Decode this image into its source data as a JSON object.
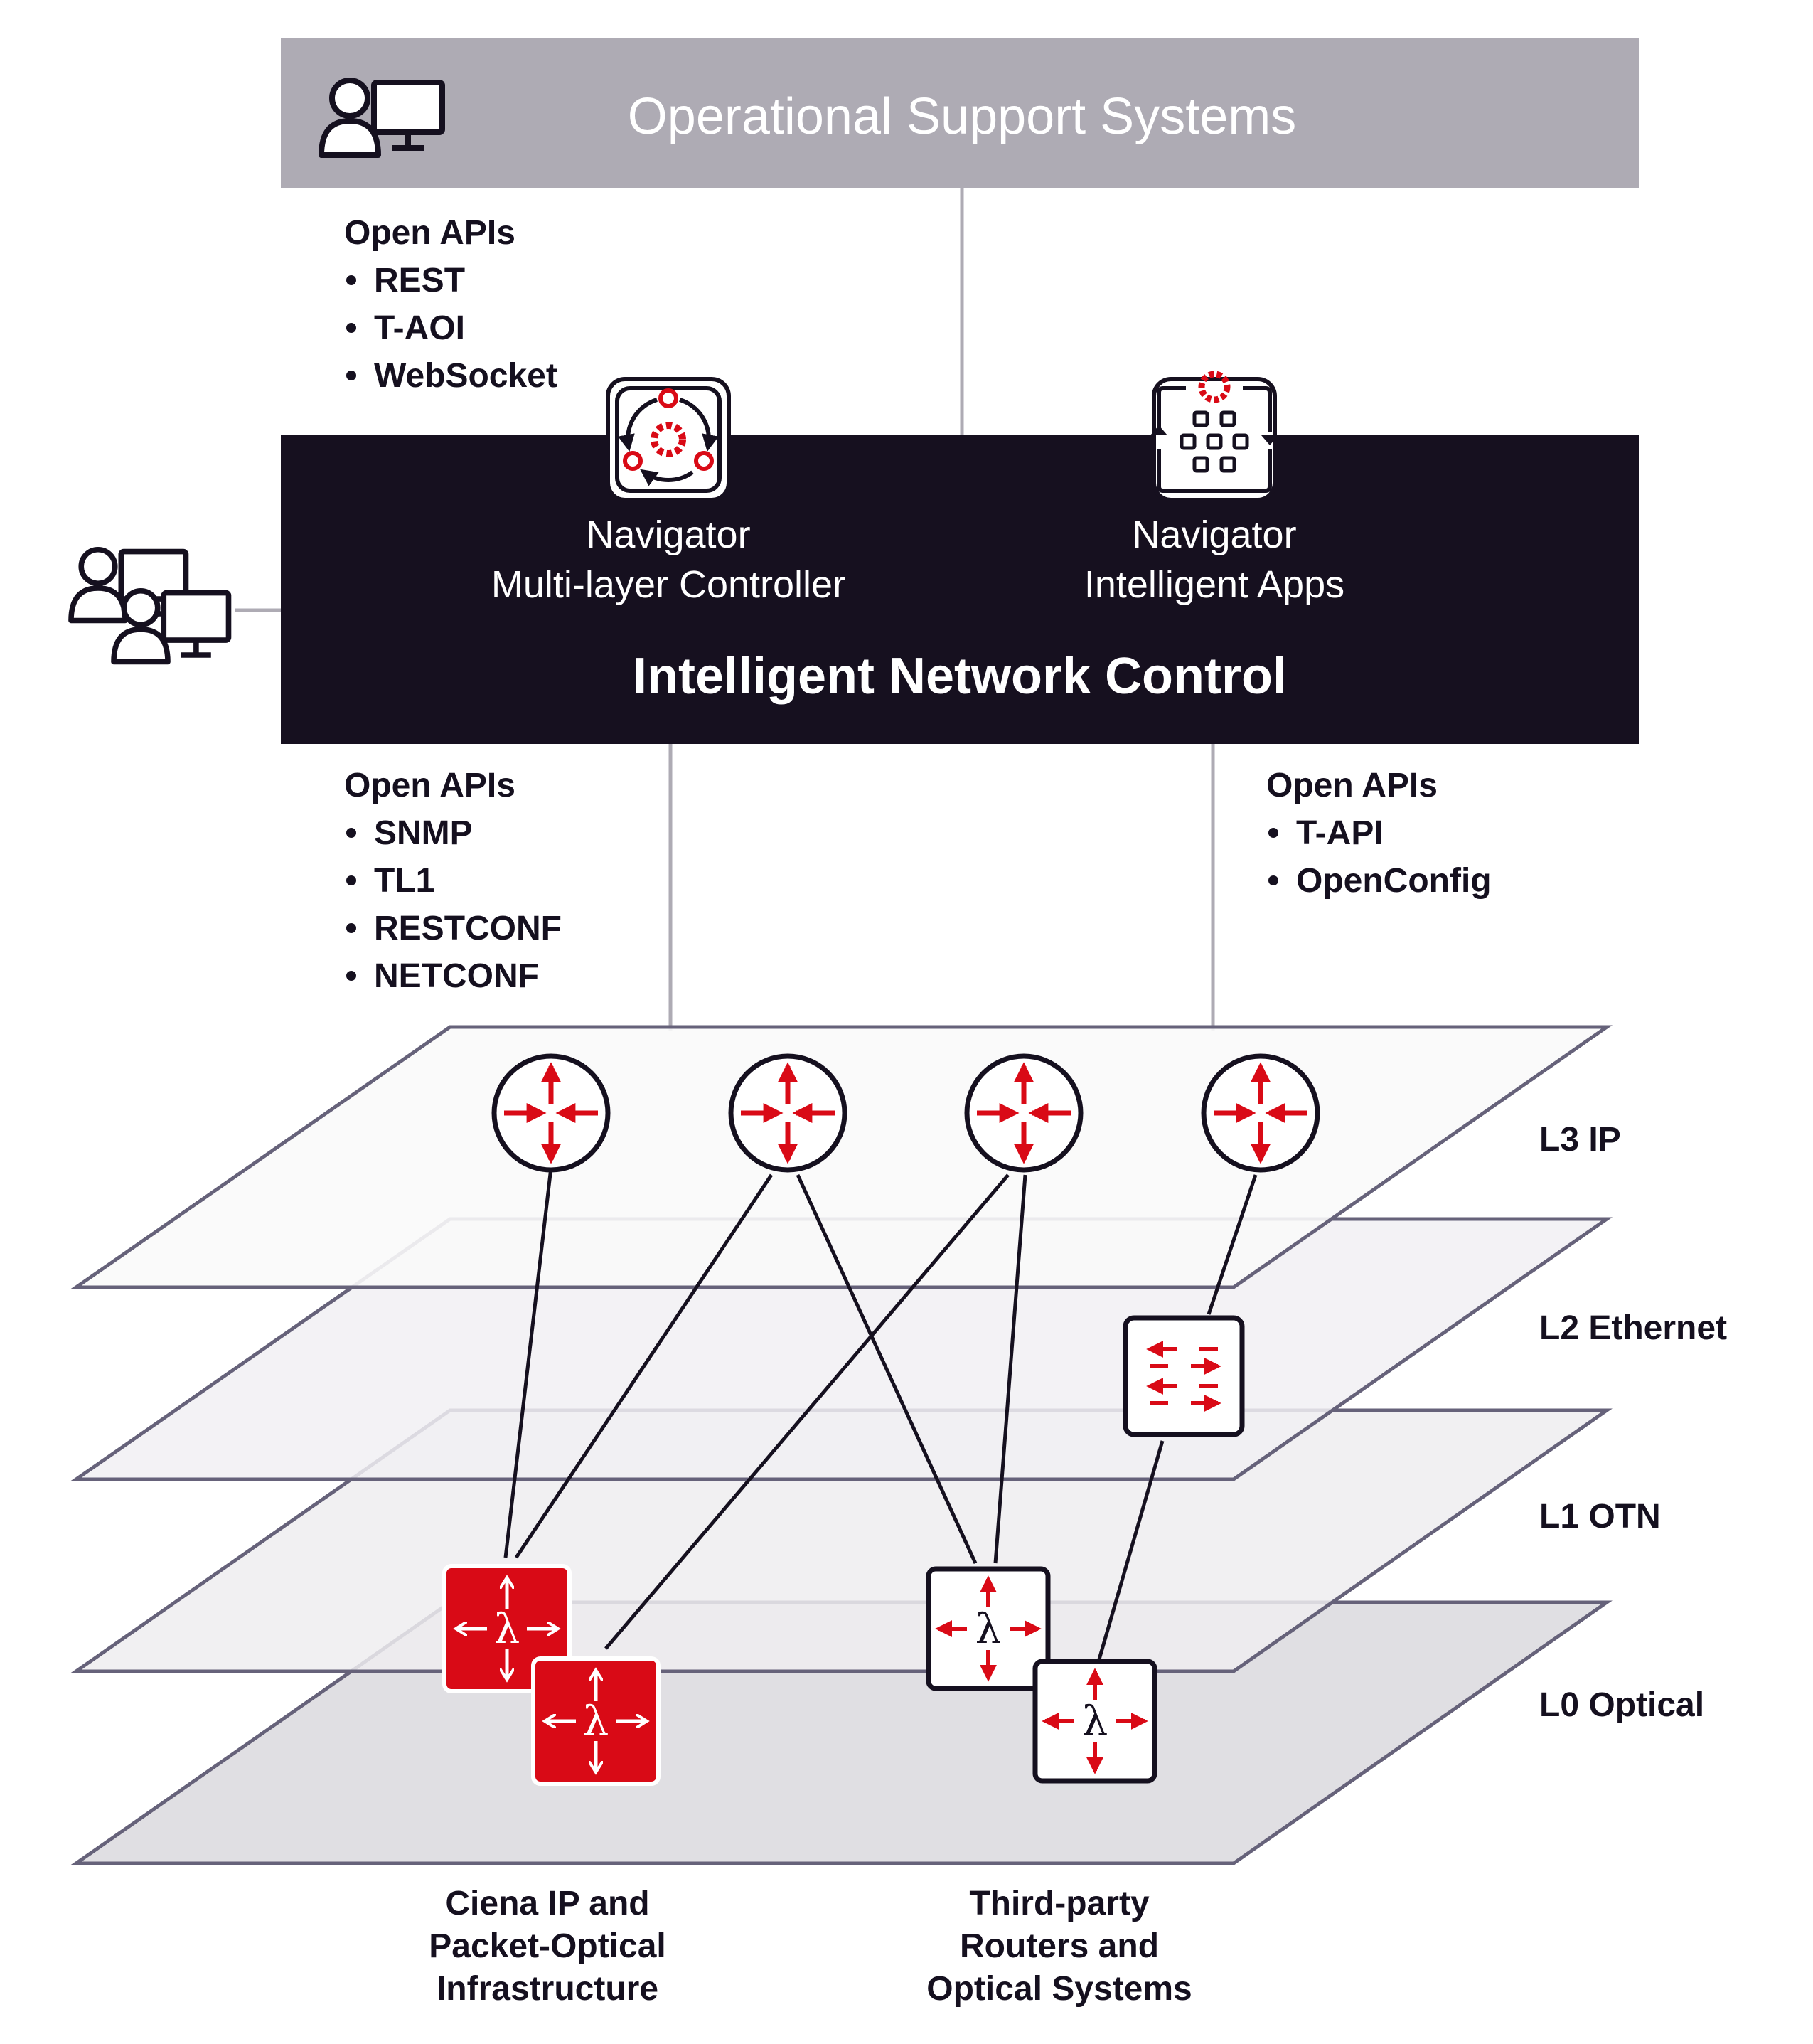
{
  "oss": {
    "title": "Operational Support Systems"
  },
  "north_apis": {
    "heading": "Open APIs",
    "items": [
      "REST",
      "T-AOI",
      "WebSocket"
    ]
  },
  "controller": {
    "app1": {
      "line1": "Navigator",
      "line2": "Multi-layer Controller"
    },
    "app2": {
      "line1": "Navigator",
      "line2": "Intelligent Apps"
    },
    "title": "Intelligent Network Control"
  },
  "south_apis_left": {
    "heading": "Open APIs",
    "items": [
      "SNMP",
      "TL1",
      "RESTCONF",
      "NETCONF"
    ]
  },
  "south_apis_right": {
    "heading": "Open APIs",
    "items": [
      "T-API",
      "OpenConfig"
    ]
  },
  "layers": [
    "L3 IP",
    "L2 Ethernet",
    "L1 OTN",
    "L0 Optical"
  ],
  "bottom_labels": {
    "ciena": [
      "Ciena IP and",
      "Packet-Optical",
      "Infrastructure"
    ],
    "third_party": [
      "Third-party",
      "Routers and",
      "Optical Systems"
    ]
  },
  "colors": {
    "oss_bar": "#aeabb4",
    "control_bar": "#16101f",
    "accent_red": "#d90a16",
    "dark": "#15101f",
    "connector": "#aeabb4"
  },
  "icons": [
    "user-workstation-icon",
    "multi-user-workstation-icon",
    "controller-gears-icon",
    "intelligent-apps-icon",
    "router-icon",
    "ethernet-switch-icon",
    "optical-lambda-icon"
  ]
}
